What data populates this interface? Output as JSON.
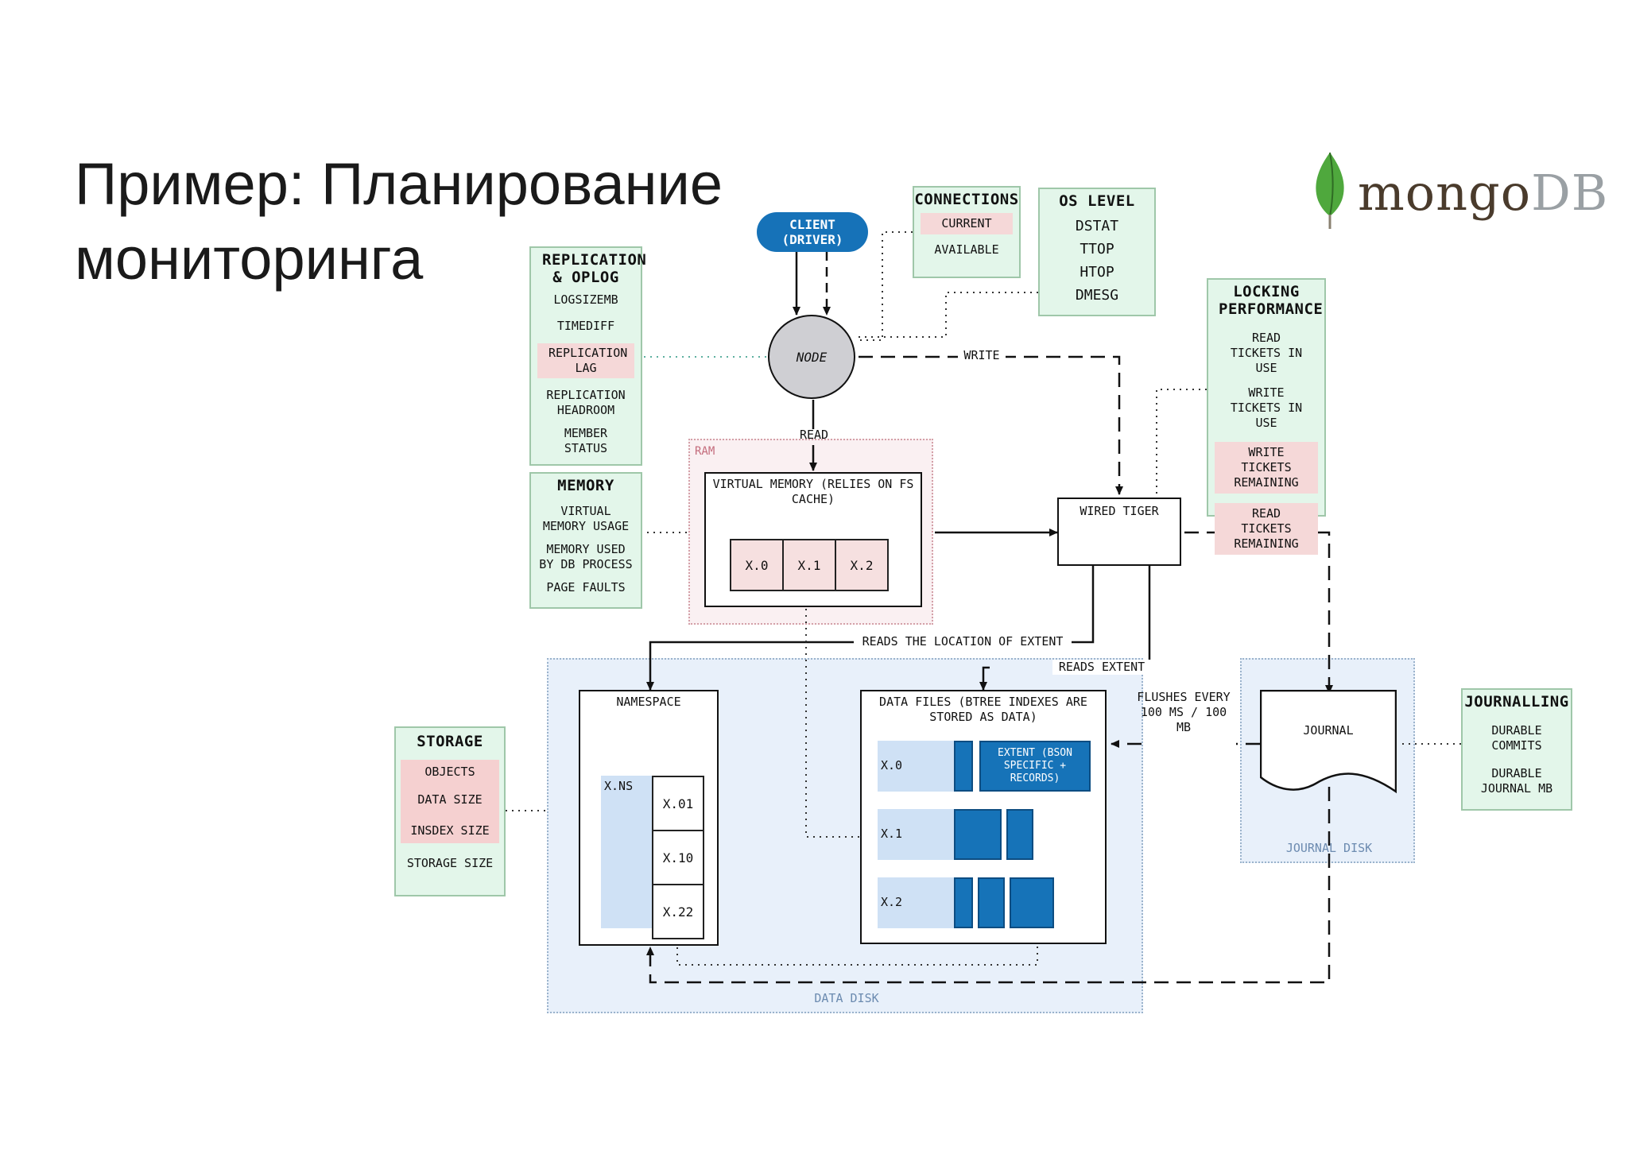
{
  "title_line1": "Пример: Планирование",
  "title_line2": "мониторинга",
  "logo": {
    "mongo": "mongo",
    "db": "DB",
    "icon": "mongodb-leaf-icon",
    "leaf_color": "#4fa83d"
  },
  "client": "CLIENT (DRIVER)",
  "node": "NODE",
  "edges": {
    "write": "WRITE",
    "read": "READ",
    "reads_location": "READS THE LOCATION OF EXTENT",
    "reads_extent": "READS EXTENT",
    "flushes": "FLUSHES EVERY 100 MS / 100 MB"
  },
  "connections": {
    "title": "CONNECTIONS",
    "items": [
      "CURRENT",
      "AVAILABLE"
    ]
  },
  "os_level": {
    "title": "OS LEVEL",
    "items": [
      "DSTAT",
      "TTOP",
      "HTOP",
      "DMESG"
    ]
  },
  "replication": {
    "title": "REPLICATION & OPLOG",
    "items": [
      "LOGSIZEMB",
      "TIMEDIFF",
      "REPLICATION LAG",
      "REPLICATION HEADROOM",
      "MEMBER STATUS"
    ]
  },
  "memory": {
    "title": "MEMORY",
    "items": [
      "VIRTUAL MEMORY USAGE",
      "MEMORY USED BY DB PROCESS",
      "PAGE FAULTS"
    ]
  },
  "locking": {
    "title": "LOCKING PERFORMANCE",
    "items": [
      "READ TICKETS IN USE",
      "WRITE TICKETS IN USE",
      "WRITE TICKETS REMAINING",
      "READ TICKETS REMAINING"
    ]
  },
  "storage": {
    "title": "STORAGE",
    "items": [
      "OBJECTS",
      "DATA SIZE",
      "INSDEX SIZE",
      "STORAGE SIZE"
    ]
  },
  "journalling": {
    "title": "JOURNALLING",
    "items": [
      "DURABLE COMMITS",
      "DURABLE JOURNAL MB"
    ]
  },
  "ram": {
    "label": "RAM",
    "vm_title": "VIRTUAL MEMORY (RELIES ON FS CACHE)",
    "cells": [
      "X.0",
      "X.1",
      "X.2"
    ]
  },
  "wired_tiger": "WIRED TIGER",
  "namespace": {
    "title": "NAMESPACE",
    "xns": "X.NS",
    "cells": [
      "X.01",
      "X.10",
      "X.22"
    ]
  },
  "data_files": {
    "title": "DATA FILES (BTREE INDEXES ARE STORED AS DATA)",
    "rows": [
      "X.0",
      "X.1",
      "X.2"
    ],
    "extent": "EXTENT (BSON SPECIFIC + RECORDS)"
  },
  "journal": "JOURNAL",
  "data_disk": "DATA DISK",
  "journal_disk": "JOURNAL DISK"
}
